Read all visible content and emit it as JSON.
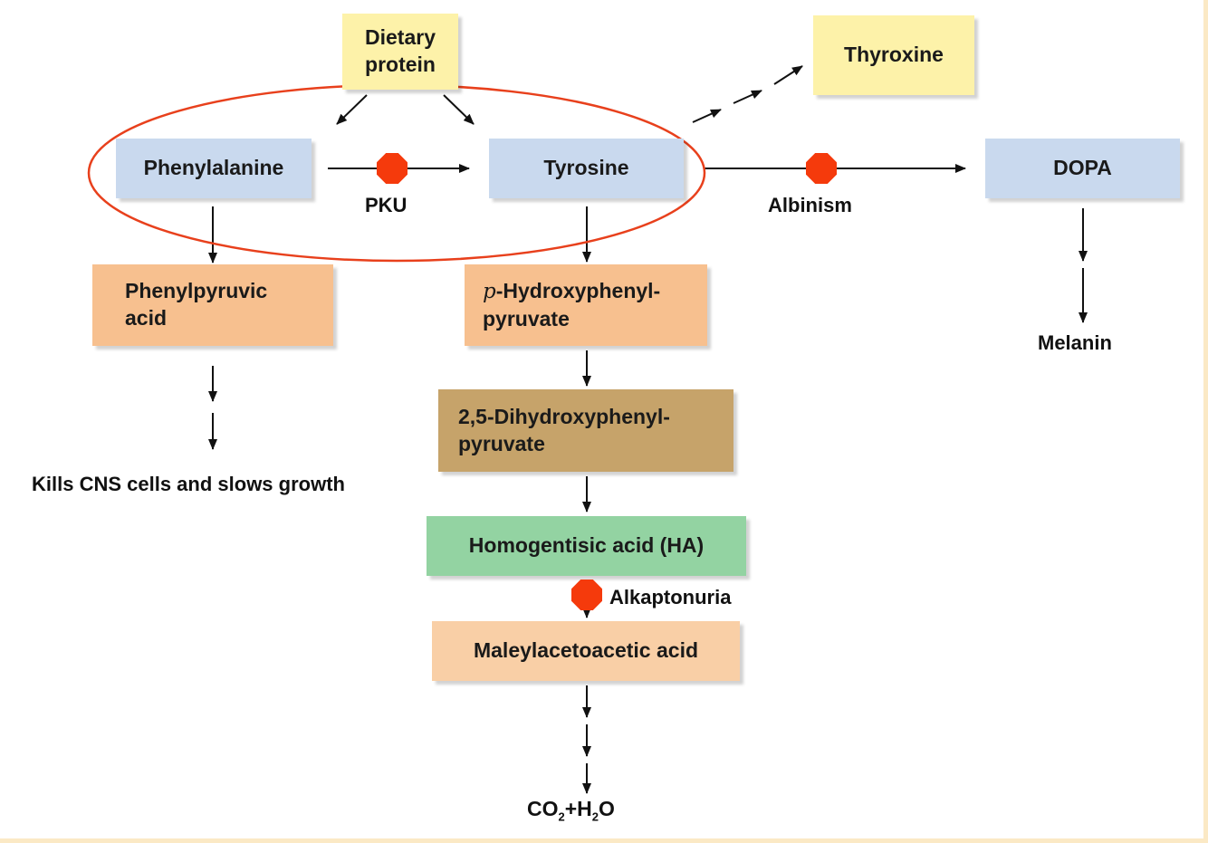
{
  "nodes": {
    "dietary_protein": [
      "Dietary",
      "protein"
    ],
    "thyroxine": "Thyroxine",
    "phenylalanine": "Phenylalanine",
    "tyrosine": "Tyrosine",
    "dopa": "DOPA",
    "phenylpyruvic_acid": [
      "Phenylpyruvic",
      "acid"
    ],
    "hydroxyphenylpyruvate": {
      "prefix": "p",
      "line1": "-Hydroxyphenyl-",
      "line2": "pyruvate"
    },
    "dihydroxyphenylpyruvate": [
      "2,5-Dihydroxyphenyl-",
      "pyruvate"
    ],
    "homogentisic_acid": "Homogentisic acid (HA)",
    "maleylacetoacetic_acid": "Maleylacetoacetic acid",
    "melanin": "Melanin",
    "co2_h2o": {
      "a": "CO",
      "sub1": "2",
      "b": "+H",
      "sub2": "2",
      "c": "O"
    }
  },
  "blocks": {
    "pku": "PKU",
    "albinism": "Albinism",
    "alkaptonuria": "Alkaptonuria"
  },
  "notes": {
    "cns": "Kills CNS cells and slows growth"
  },
  "colors": {
    "blue_box": "#c9d9ee",
    "yellow_box": "#fdf2a9",
    "orange_box": "#f7c08f",
    "brown_box": "#c6a36a",
    "green_box": "#93d3a2",
    "peach_box": "#f9cfa6",
    "block_octagon": "#f53a0c",
    "highlight_ellipse": "#e8401c"
  }
}
